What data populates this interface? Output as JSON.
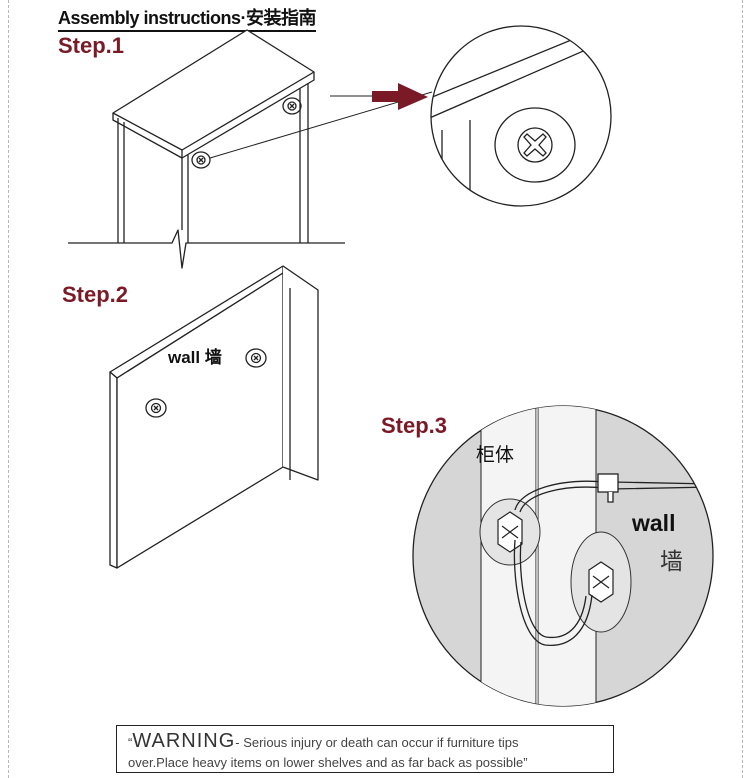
{
  "header": {
    "title": "Assembly instructions·安装指南"
  },
  "steps": {
    "step1": "Step.1",
    "step2": "Step.2",
    "step3": "Step.3"
  },
  "labels": {
    "step2_wall": "wall 墙",
    "step3_cabinet": "柜体",
    "step3_wall": "wall",
    "step3_wall_cn": "墙"
  },
  "warning": {
    "quote_open": "“",
    "title": "WARNING",
    "line1": "- Serious injury or death can occur if furniture tips",
    "line2": "over.Place heavy items on lower shelves and as far back as possible”"
  },
  "colors": {
    "step_label": "#7a1a26",
    "arrow": "#7a1a26",
    "zoom_circle_fill": "#d6d6d6"
  },
  "icons": [
    "screw-icon",
    "arrow-right-icon",
    "cable-tie-icon"
  ]
}
